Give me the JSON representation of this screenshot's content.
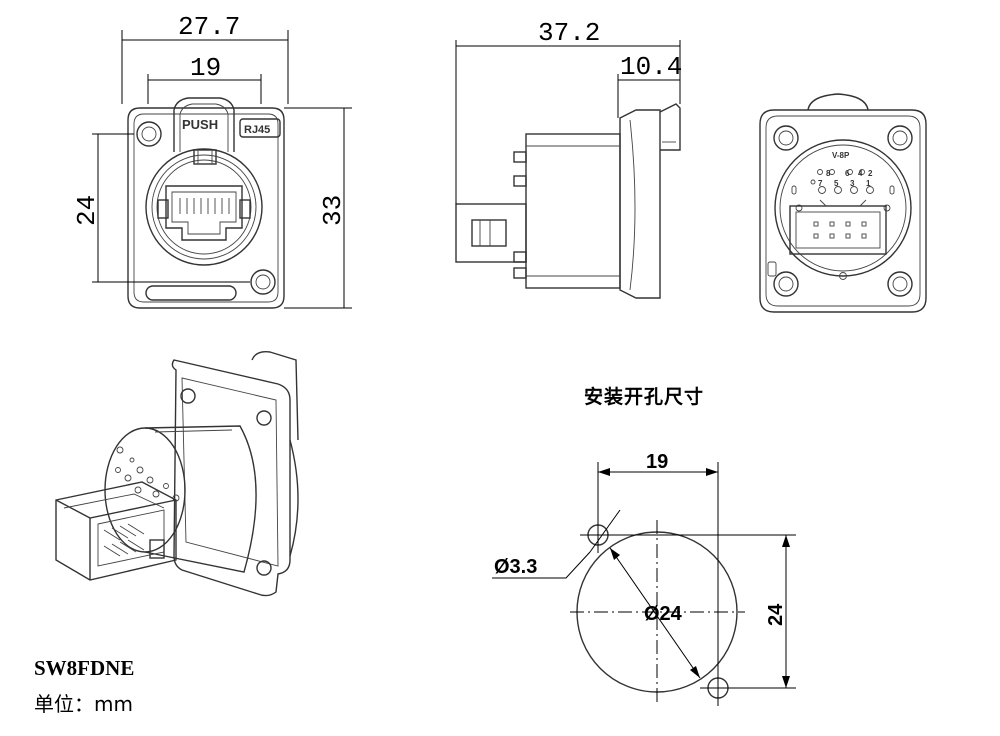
{
  "front_view": {
    "width_label": "27.7",
    "inner_width_label": "19",
    "hole_spacing_label": "24",
    "height_label": "33",
    "push_label": "PUSH",
    "rj45_label": "RJ45"
  },
  "side_view": {
    "length_label": "37.2",
    "flange_label": "10.4"
  },
  "rear_view": {
    "code_label": "V-8P",
    "pin_numbers": [
      "8",
      "6",
      "4",
      "2",
      "7",
      "5",
      "3",
      "1"
    ]
  },
  "cutout": {
    "title": "安装开孔尺寸",
    "width_label": "19",
    "height_label": "24",
    "hole_label": "Ø3.3",
    "circle_label": "Ø24"
  },
  "footer": {
    "model": "SW8FDNE",
    "unit": "单位：mm"
  }
}
